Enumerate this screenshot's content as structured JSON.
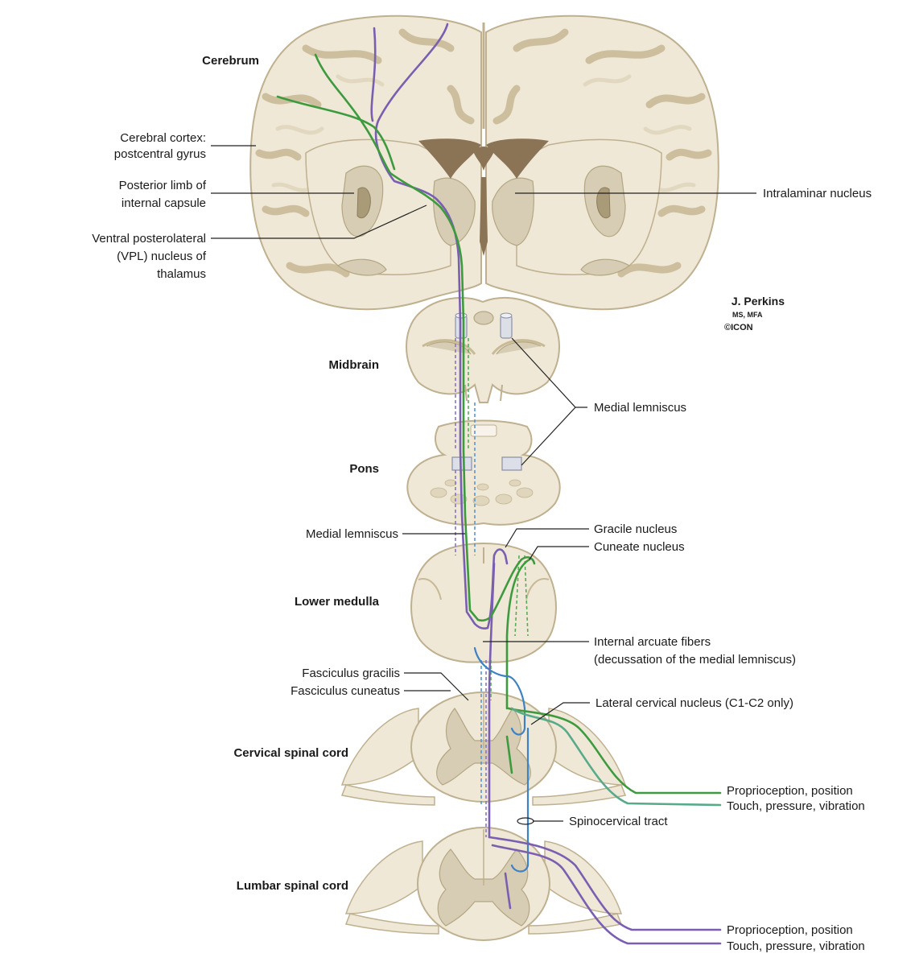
{
  "levels": {
    "cerebrum": "Cerebrum",
    "midbrain": "Midbrain",
    "pons": "Pons",
    "lower_medulla": "Lower medulla",
    "cervical": "Cervical spinal cord",
    "lumbar": "Lumbar spinal cord"
  },
  "labels": {
    "cortex_line1": "Cerebral cortex:",
    "cortex_line2": "postcentral gyrus",
    "capsule_line1": "Posterior limb of",
    "capsule_line2": "internal capsule",
    "vpl_line1": "Ventral posterolateral",
    "vpl_line2": "(VPL) nucleus of",
    "vpl_line3": "thalamus",
    "intralaminar": "Intralaminar nucleus",
    "medial_lemniscus_right": "Medial lemniscus",
    "medial_lemniscus_left": "Medial lemniscus",
    "gracile_nucleus": "Gracile nucleus",
    "cuneate_nucleus": "Cuneate nucleus",
    "internal_arcuate_line1": "Internal arcuate fibers",
    "internal_arcuate_line2": "(decussation of the medial lemniscus)",
    "fasciculus_gracilis": "Fasciculus gracilis",
    "fasciculus_cuneatus": "Fasciculus cuneatus",
    "lateral_cervical_nucleus": "Lateral cervical nucleus (C1-C2 only)",
    "spinocervical_tract": "Spinocervical tract",
    "cervical_proprioception": "Proprioception, position",
    "cervical_touch": "Touch, pressure, vibration",
    "lumbar_proprioception": "Proprioception, position",
    "lumbar_touch": "Touch, pressure, vibration"
  },
  "signature": {
    "artist": "J. Perkins",
    "degrees": "MS, MFA",
    "publisher": "©ICON"
  },
  "colors": {
    "tract_purple": "#7a5fb0",
    "tract_green": "#3e9a3e",
    "tract_blue": "#3e82c4",
    "tissue": "#efe8d6",
    "ventricle": "#8b7355"
  }
}
